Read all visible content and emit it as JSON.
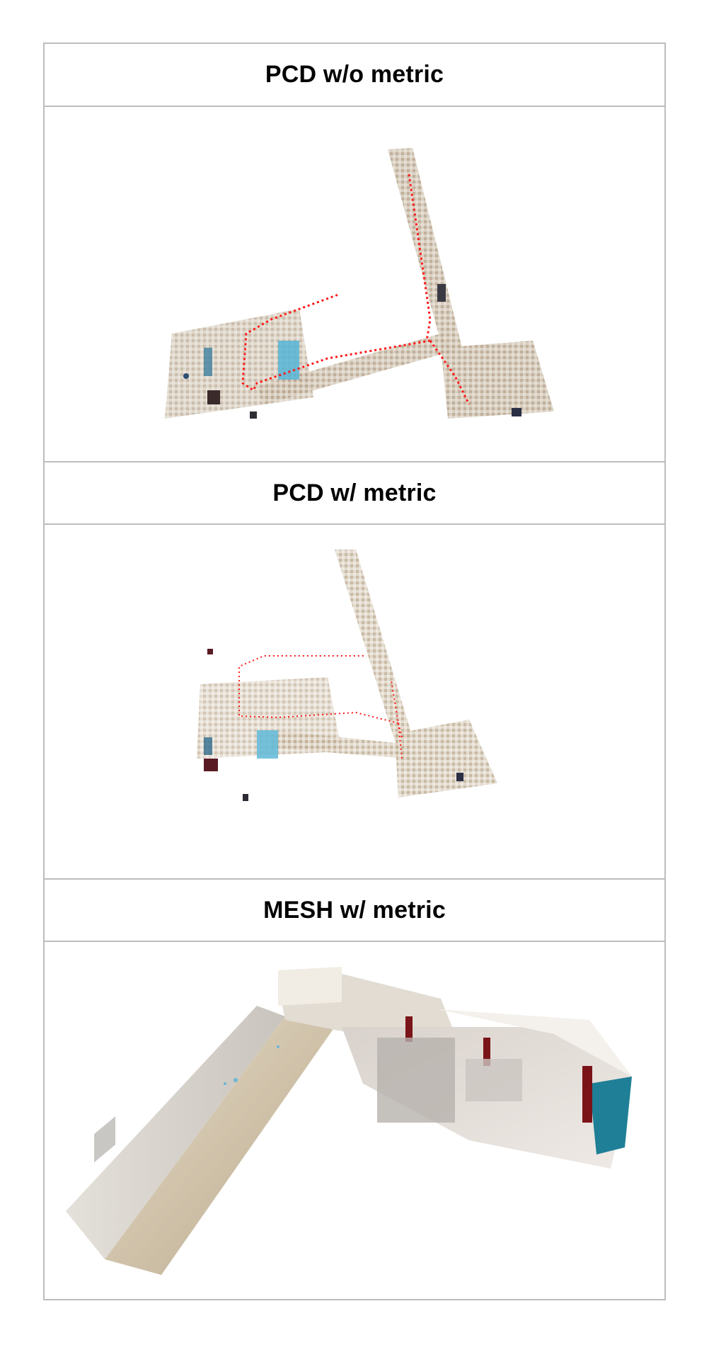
{
  "panels": [
    {
      "title": "PCD w/o metric",
      "content": "point-cloud-image"
    },
    {
      "title": "PCD w/ metric",
      "content": "point-cloud-image"
    },
    {
      "title": "MESH w/ metric",
      "content": "mesh-image"
    }
  ],
  "colors": {
    "border": "#bdbdbd",
    "trajectory": "#ff1a1a",
    "floor": "#c8b8a0",
    "accent_blue": "#3fa9d0",
    "dark_red": "#7a1418"
  }
}
